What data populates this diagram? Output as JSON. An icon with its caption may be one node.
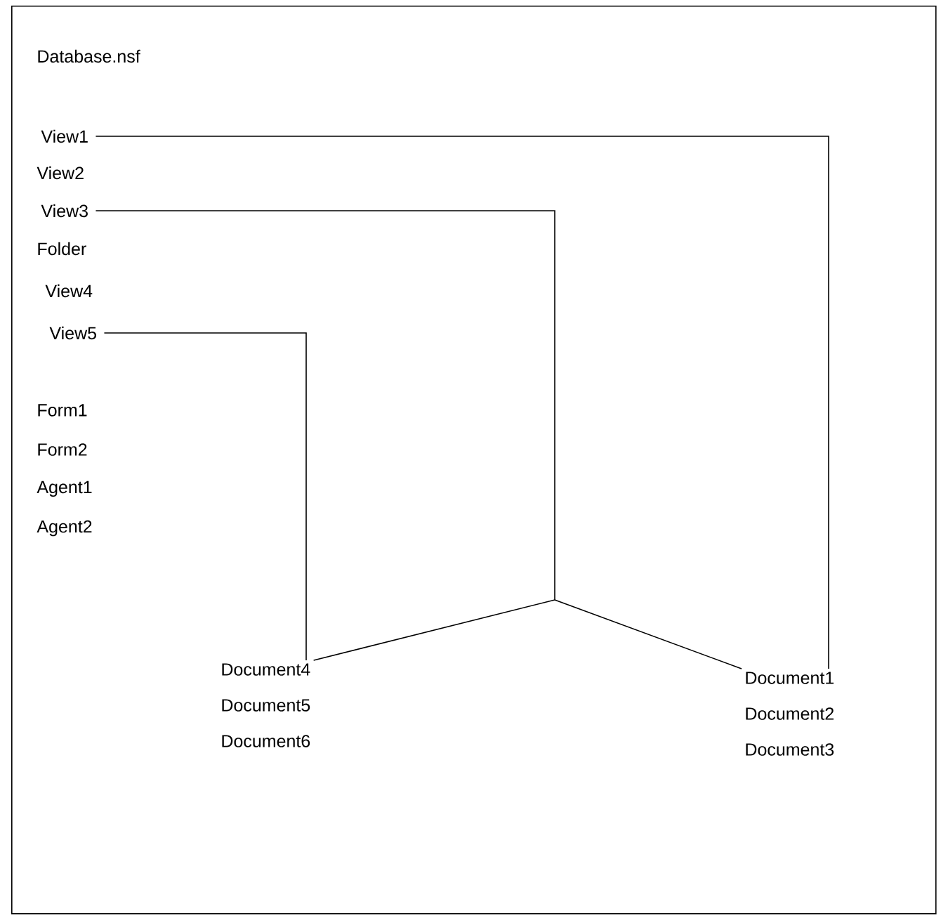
{
  "diagram": {
    "nodes": [
      {
        "text": [
          "Database.nsf"
        ]
      },
      {
        "text": [
          "View1"
        ],
        "in": 0
      },
      {
        "text": [
          "View3"
        ],
        "in": 0
      },
      {
        "text": [
          "View5"
        ],
        "in": 0
      },
      {
        "text": [
          "Document4",
          "Document5",
          "Document6"
        ],
        "in": 0
      },
      {
        "text": [
          "Document1",
          "Document2",
          "Document3"
        ],
        "in": 0
      }
    ],
    "edges": [
      {
        "from": 1,
        "to": 5,
        "arrow": "none"
      },
      {
        "from": 2,
        "to": 4,
        "arrow": "none"
      },
      {
        "from": 2,
        "to": 5,
        "arrow": "none"
      },
      {
        "from": 3,
        "to": 4,
        "arrow": "none"
      }
    ],
    "labels": [
      "View2",
      "Folder",
      "View4",
      "Form1",
      "Form2",
      "Agent1",
      "Agent2"
    ]
  }
}
